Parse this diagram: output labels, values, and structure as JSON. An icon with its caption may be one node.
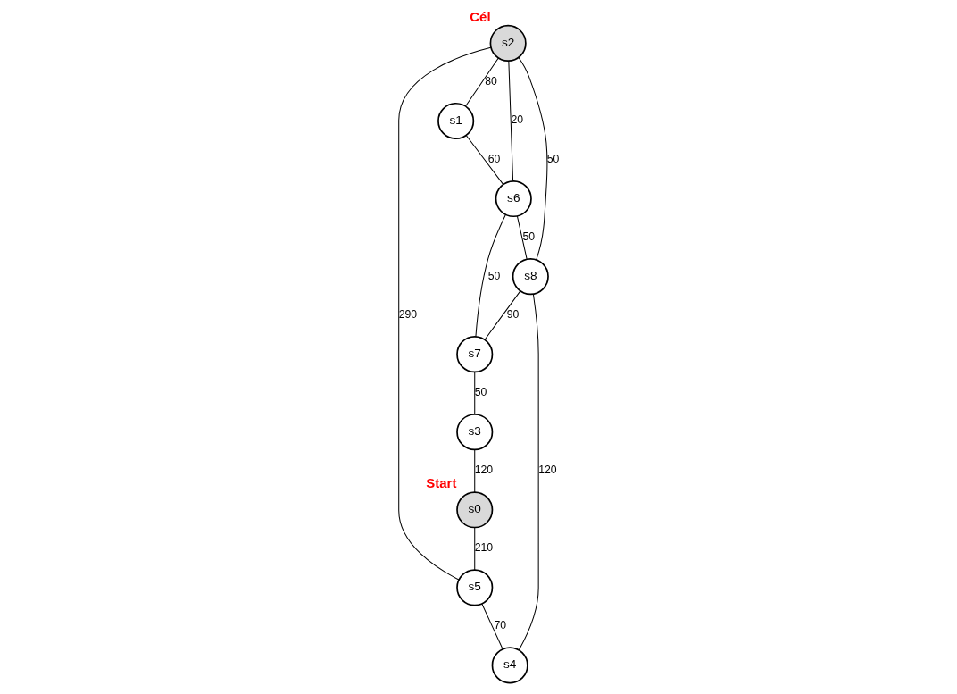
{
  "diagram": {
    "nodes": [
      {
        "text": [
          "s0"
        ],
        "beside": [
          "Start"
        ]
      },
      {
        "text": [
          "s1"
        ]
      },
      {
        "text": [
          "s2"
        ],
        "beside": [
          "Cél"
        ]
      },
      {
        "text": [
          "s3"
        ]
      },
      {
        "text": [
          "s4"
        ]
      },
      {
        "text": [
          "s5"
        ]
      },
      {
        "text": [
          "s6"
        ]
      },
      {
        "text": [
          "s7"
        ]
      },
      {
        "text": [
          "s8"
        ]
      }
    ],
    "edges": [
      {
        "from": 2,
        "to": 8,
        "arrow": "none",
        "label": "50"
      },
      {
        "from": 6,
        "to": 8,
        "arrow": "none",
        "label": "50"
      },
      {
        "from": 2,
        "to": 6,
        "arrow": "none",
        "label": "20"
      },
      {
        "from": 2,
        "to": 1,
        "arrow": "none",
        "label": "80"
      },
      {
        "from": 1,
        "to": 6,
        "arrow": "none",
        "label": "60"
      },
      {
        "from": 6,
        "to": 7,
        "arrow": "none",
        "label": "50"
      },
      {
        "from": 8,
        "to": 7,
        "arrow": "none",
        "label": "90"
      },
      {
        "from": 2,
        "to": 5,
        "arrow": "none",
        "label": "290"
      },
      {
        "from": 8,
        "to": 4,
        "arrow": "none",
        "label": "120"
      },
      {
        "from": 7,
        "to": 3,
        "arrow": "none",
        "label": "50"
      },
      {
        "from": 3,
        "to": 0,
        "arrow": "none",
        "label": "120"
      },
      {
        "from": 0,
        "to": 5,
        "arrow": "none",
        "label": "210"
      },
      {
        "from": 5,
        "to": 4,
        "arrow": "none",
        "label": "70"
      }
    ]
  }
}
